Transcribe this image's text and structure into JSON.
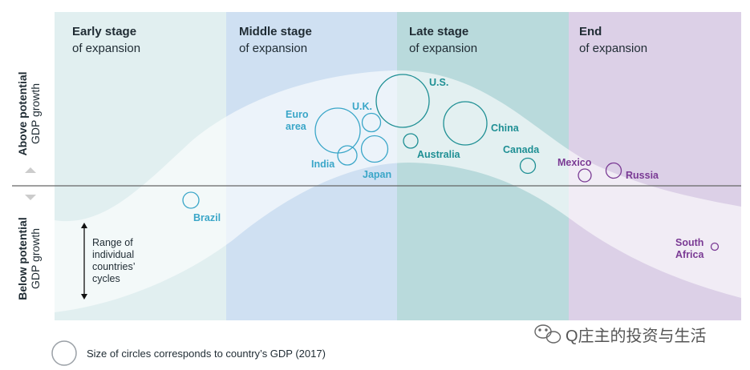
{
  "stages": [
    {
      "title": "Early stage",
      "subtitle": "of expansion",
      "color": "#e1eff0"
    },
    {
      "title": "Middle stage",
      "subtitle": "of expansion",
      "color": "#cfe0f2"
    },
    {
      "title": "Late stage",
      "subtitle": "of expansion",
      "color": "#b9dadc"
    },
    {
      "title": "End",
      "subtitle": "of expansion",
      "color": "#dcd0e7"
    }
  ],
  "axis": {
    "above_line1": "Above potential",
    "above_line2": "GDP growth",
    "below_line1": "Below potential",
    "below_line2": "GDP growth"
  },
  "range_note": {
    "line1": "Range of",
    "line2": "individual",
    "line3": "countries’",
    "line4": "cycles"
  },
  "legend": {
    "text": "Size of circles corresponds to country’s GDP (2017)"
  },
  "watermark": {
    "text": "Q庄主的投资与生活"
  },
  "colors": {
    "middle_stage_blue": "#3aa6c8",
    "late_stage_teal": "#1e8f94",
    "end_stage_purple": "#7a3a94",
    "baseline": "#666666",
    "arrow_gray": "#cccccc"
  },
  "countries": [
    {
      "name": "Brazil",
      "color": "#3aa6c8"
    },
    {
      "name": "Euro",
      "name2": "area",
      "color": "#3aa6c8"
    },
    {
      "name": "U.K.",
      "color": "#3aa6c8"
    },
    {
      "name": "India",
      "color": "#3aa6c8"
    },
    {
      "name": "Japan",
      "color": "#3aa6c8"
    },
    {
      "name": "U.S.",
      "color": "#1e8f94"
    },
    {
      "name": "China",
      "color": "#1e8f94"
    },
    {
      "name": "Australia",
      "color": "#1e8f94"
    },
    {
      "name": "Canada",
      "color": "#1e8f94"
    },
    {
      "name": "Mexico",
      "color": "#7a3a94"
    },
    {
      "name": "Russia",
      "color": "#7a3a94"
    },
    {
      "name": "South",
      "name2": "Africa",
      "color": "#7a3a94"
    }
  ]
}
